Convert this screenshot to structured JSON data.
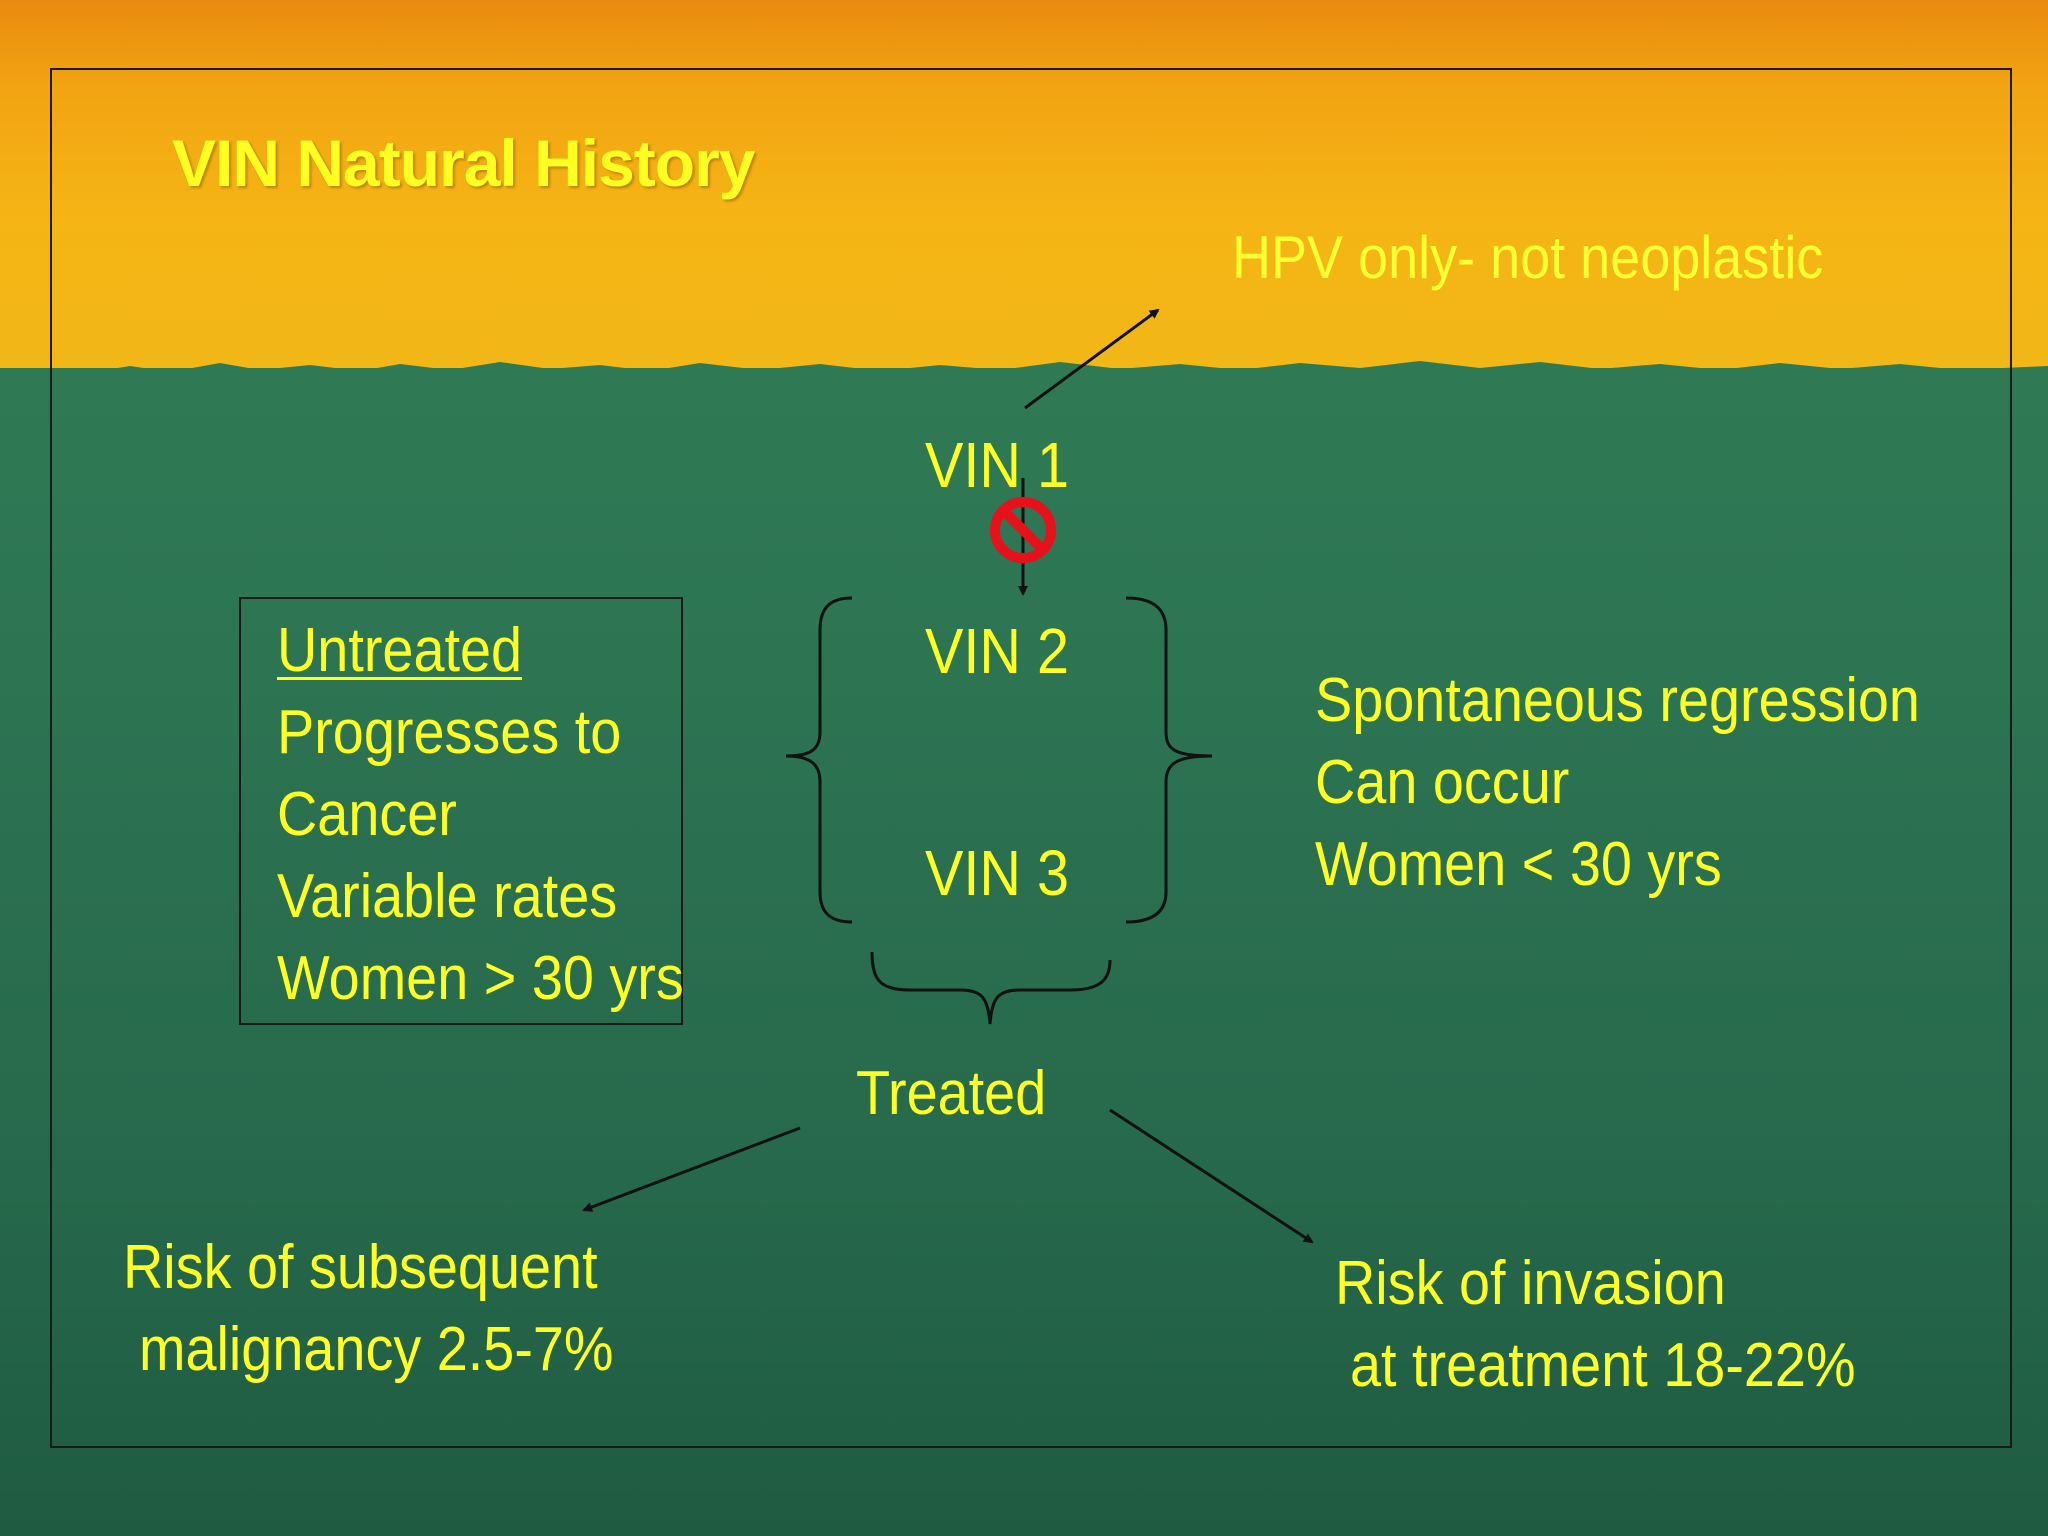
{
  "slide": {
    "title": "VIN Natural History",
    "hpv_note": "HPV only- not neoplastic",
    "grades": {
      "vin1": "VIN 1",
      "vin2": "VIN 2",
      "vin3": "VIN 3"
    },
    "untreated": {
      "heading": "Untreated",
      "lines": [
        "Progresses to",
        "Cancer",
        "Variable rates",
        "Women > 30 yrs"
      ]
    },
    "regression": {
      "lines": [
        "Spontaneous regression",
        "Can occur",
        "Women < 30 yrs"
      ]
    },
    "treated": "Treated",
    "risk_malignancy": {
      "line1": "Risk of subsequent",
      "line2": "malignancy 2.5-7%"
    },
    "risk_invasion": {
      "line1": "Risk of invasion",
      "line2": "at treatment 18-22%"
    },
    "icons": {
      "blocked": "prohibition-icon"
    },
    "colors": {
      "text": "#ffff22",
      "top_band": "#f2a412",
      "bottom_band": "#2a6e50",
      "prohibition": "#e8101a"
    }
  }
}
